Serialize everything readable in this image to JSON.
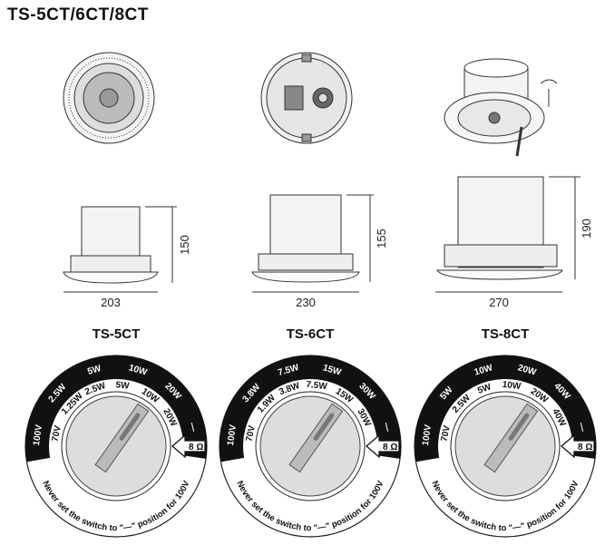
{
  "title": "TS-5CT/6CT/8CT",
  "models": [
    {
      "name": "TS-5CT",
      "width_dim": "203",
      "height_dim": "150",
      "dial": {
        "outer_labels": [
          "100V",
          "2.5W",
          "5W",
          "10W",
          "20W",
          "—"
        ],
        "inner_labels": [
          "70V",
          "1.25W",
          "2.5W",
          "5W",
          "10W",
          "20W"
        ],
        "impedance": "8 Ω",
        "warning": "Never set the switch to \"—\" position for 100V"
      }
    },
    {
      "name": "TS-6CT",
      "width_dim": "230",
      "height_dim": "155",
      "dial": {
        "outer_labels": [
          "100V",
          "3.8W",
          "7.5W",
          "15W",
          "30W",
          "—"
        ],
        "inner_labels": [
          "70V",
          "1.9W",
          "3.8W",
          "7.5W",
          "15W",
          "30W"
        ],
        "impedance": "8 Ω",
        "warning": "Never set the switch to \"—\" position for 100V"
      }
    },
    {
      "name": "TS-8CT",
      "width_dim": "270",
      "height_dim": "190",
      "dial": {
        "outer_labels": [
          "100V",
          "5W",
          "10W",
          "20W",
          "40W",
          "—"
        ],
        "inner_labels": [
          "70V",
          "2.5W",
          "5W",
          "10W",
          "20W",
          "40W"
        ],
        "impedance": "8 Ω",
        "warning": "Never set the switch to \"—\" position for 100V"
      }
    }
  ]
}
